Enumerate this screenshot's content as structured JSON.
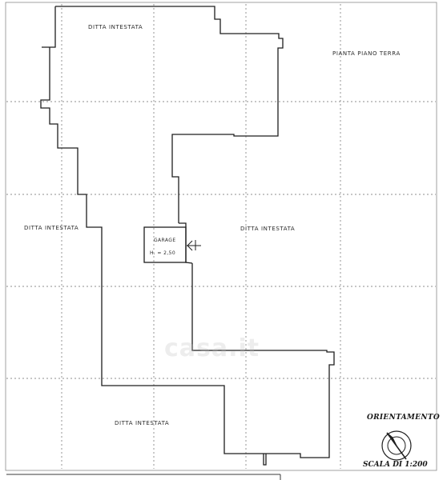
{
  "plan": {
    "title": "PIANTA PIANO TERRA",
    "rooms": {
      "top": "DITTA INTESTATA",
      "center_right": "DITTA INTESTATA",
      "left": "DITTA INTESTATA",
      "bottom": "DITTA INTESTATA"
    },
    "garage": {
      "name": "GARAGE",
      "height": "H. = 2,50"
    }
  },
  "orientation": {
    "title": "ORIENTAMENTO",
    "scale": "SCALA DI 1:200"
  },
  "watermark": {
    "text": "casa.it"
  },
  "colors": {
    "line": "#1e1e1e",
    "grid": "#6a6a6a"
  }
}
